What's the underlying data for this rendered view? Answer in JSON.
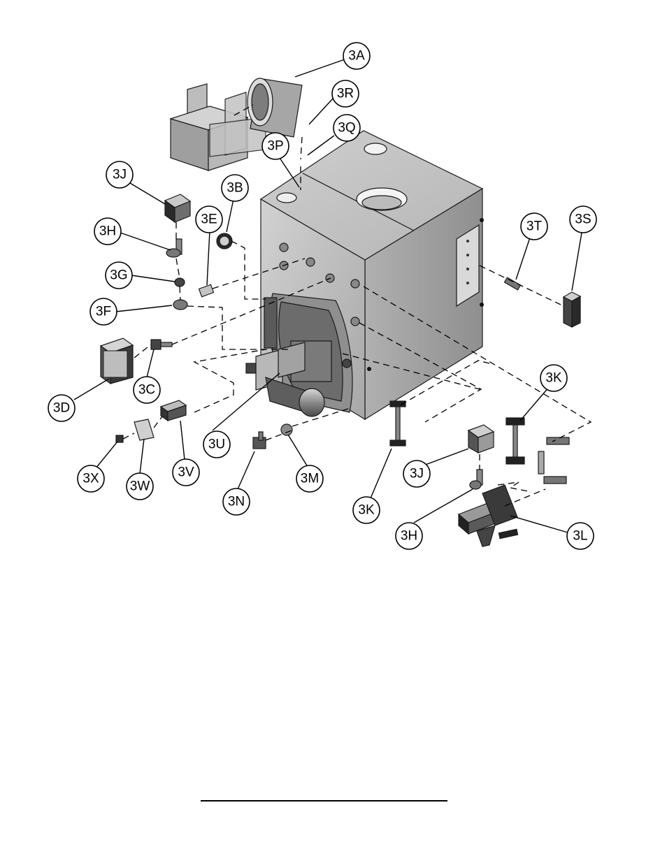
{
  "colors": {
    "line": "#000000",
    "part_light": "#c8c8c8",
    "part_mid": "#9a9a9a",
    "part_dark": "#5a5a5a",
    "part_black": "#222222"
  },
  "callouts": {
    "c3A": "3A",
    "c3R": "3R",
    "c3Q": "3Q",
    "c3P": "3P",
    "c3J_top": "3J",
    "c3B": "3B",
    "c3E": "3E",
    "c3H_top": "3H",
    "c3G": "3G",
    "c3F": "3F",
    "c3T": "3T",
    "c3S": "3S",
    "c3D": "3D",
    "c3C": "3C",
    "c3K_right": "3K",
    "c3U": "3U",
    "c3V": "3V",
    "c3X": "3X",
    "c3W": "3W",
    "c3N": "3N",
    "c3M": "3M",
    "c3K_bottom": "3K",
    "c3J_bottom": "3J",
    "c3H_bottom": "3H",
    "c3L": "3L"
  }
}
